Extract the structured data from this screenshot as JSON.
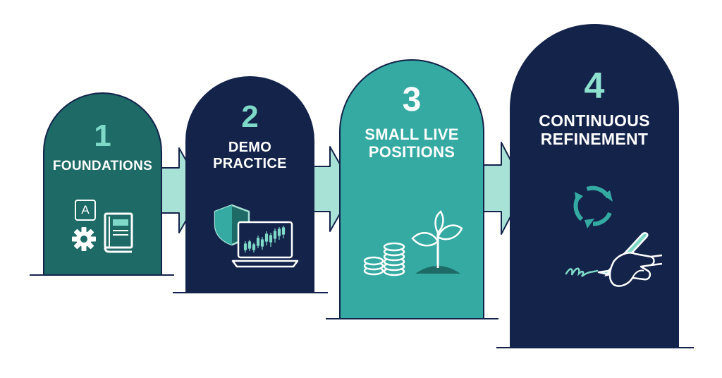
{
  "steps": [
    {
      "number": "1",
      "label_line1": "FOUNDATIONS",
      "label_line2": "",
      "icons": [
        "letter-a-card-icon",
        "gear-icon",
        "book-icon"
      ]
    },
    {
      "number": "2",
      "label_line1": "DEMO",
      "label_line2": "PRACTICE",
      "icons": [
        "shield-icon",
        "laptop-chart-icon"
      ]
    },
    {
      "number": "3",
      "label_line1": "SMALL LIVE",
      "label_line2": "POSITIONS",
      "icons": [
        "coin-stacks-icon",
        "sprout-icon"
      ]
    },
    {
      "number": "4",
      "label_line1": "CONTINUOUS",
      "label_line2": "REFINEMENT",
      "icons": [
        "cycle-arrows-icon",
        "hand-pen-signature-icon"
      ]
    }
  ],
  "icon_card_letter": "A",
  "colors": {
    "navy": "#13234a",
    "teal_dark": "#1d6a66",
    "teal_light": "#34aaa2",
    "mint": "#7fd9c8",
    "arrow": "#a8e2d6"
  }
}
